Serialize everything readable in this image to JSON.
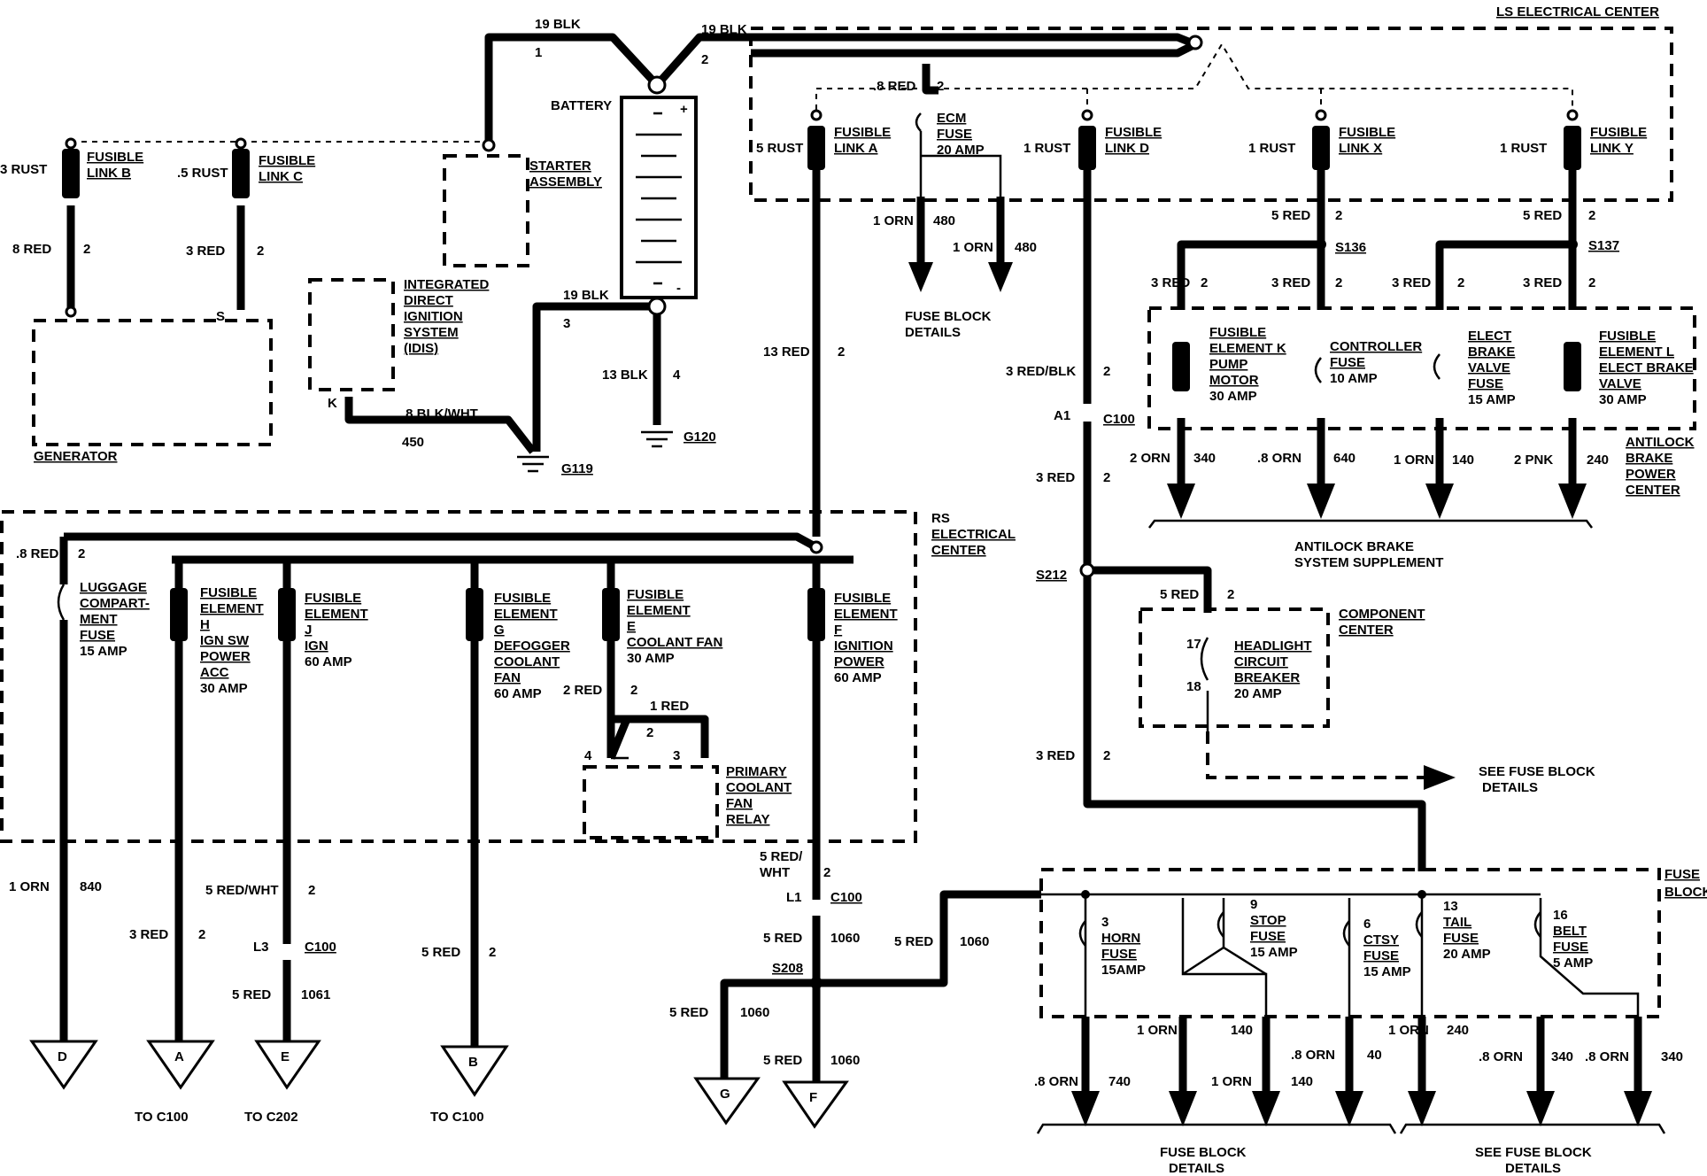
{
  "title_ls": "LS ELECTRICAL CENTER",
  "title_rs": "RS ELECTRICAL CENTER",
  "title_fuse_block": "FUSE BLOCK",
  "battery": "BATTERY",
  "starter": "STARTER ASSEMBLY",
  "idis": "INTEGRATED DIRECT IGNITION SYSTEM (IDIS)",
  "generator": "GENERATOR",
  "grounds": [
    "G119",
    "G120"
  ],
  "splices": [
    "S136",
    "S137",
    "S212",
    "S208"
  ],
  "connectors": [
    "C100",
    "C202"
  ],
  "fusible_links": [
    {
      "name": "FUSIBLE LINK B",
      "wire_in": "3 RUST",
      "wire_out": "8 RED",
      "circuit": "2"
    },
    {
      "name": "FUSIBLE LINK C",
      "wire_in": ".5 RUST",
      "wire_out": "3 RED",
      "circuit": "2"
    },
    {
      "name": "FUSIBLE LINK A",
      "wire_in": "5 RUST",
      "wire_out": "13 RED",
      "circuit": "2"
    },
    {
      "name": "FUSIBLE LINK D",
      "wire_in": "1 RUST",
      "wire_out": "3 RED/BLK",
      "circuit": "2"
    },
    {
      "name": "FUSIBLE LINK X",
      "wire_in": "1 RUST",
      "wire_out": "5 RED",
      "circuit": "2"
    },
    {
      "name": "FUSIBLE LINK Y",
      "wire_in": "1 RUST",
      "wire_out": "5 RED",
      "circuit": "2"
    }
  ],
  "battery_wires": [
    "19 BLK",
    "19 BLK",
    "19 BLK",
    "13 BLK",
    ".8 BLK/WHT"
  ],
  "ecm_fuse": "ECM FUSE 20 AMP",
  "abs": {
    "center": "ANTILOCK BRAKE POWER CENTER",
    "supplement": "ANTILOCK BRAKE SYSTEM SUPPLEMENT",
    "items": [
      {
        "name": "FUSIBLE ELEMENT K PUMP MOTOR 30 AMP",
        "wire": "2 ORN",
        "circuit": "340"
      },
      {
        "name": "CONTROLLER FUSE 10 AMP",
        "wire": ".8 ORN",
        "circuit": "640"
      },
      {
        "name": "ELECT BRAKE VALVE FUSE 15 AMP",
        "wire": "1 ORN",
        "circuit": "140"
      },
      {
        "name": "FUSIBLE ELEMENT L ELECT BRAKE VALVE 30 AMP",
        "wire": "2 PNK",
        "circuit": "240"
      }
    ]
  },
  "rs_items": [
    {
      "name": "LUGGAGE COMPART-MENT FUSE 15 AMP",
      "wire": "1 ORN",
      "circuit": "840",
      "term": "D"
    },
    {
      "name": "FUSIBLE ELEMENT H IGN SW POWER ACC 30 AMP",
      "wire": "3 RED",
      "circuit": "2",
      "term": "A"
    },
    {
      "name": "FUSIBLE ELEMENT J IGN 60 AMP",
      "wire": "5 RED/WHT",
      "circuit": "2",
      "term": "E"
    },
    {
      "name": "FUSIBLE ELEMENT G DEFOGGER COOLANT FAN 60 AMP",
      "wire": "5 RED",
      "circuit": "2",
      "term": "B"
    },
    {
      "name": "FUSIBLE ELEMENT E COOLANT FAN 30 AMP",
      "wire": "2 RED",
      "circuit": "2"
    },
    {
      "name": "FUSIBLE ELEMENT F IGNITION POWER 60 AMP",
      "wire": "5 RED/WHT",
      "circuit": "2",
      "term": "F"
    }
  ],
  "relay": "PRIMARY COOLANT FAN RELAY",
  "component_center": "COMPONENT CENTER",
  "headlight_cb": "HEADLIGHT CIRCUIT BREAKER 20 AMP",
  "see_fuse_block": "SEE FUSE BLOCK DETAILS",
  "fuse_block_details": "FUSE BLOCK DETAILS",
  "fuse_block_fuses": [
    {
      "num": "3",
      "name": "HORN FUSE 15AMP"
    },
    {
      "num": "9",
      "name": "STOP FUSE 15 AMP"
    },
    {
      "num": "6",
      "name": "CTSY FUSE 15 AMP"
    },
    {
      "num": "13",
      "name": "TAIL FUSE 20 AMP"
    },
    {
      "num": "16",
      "name": "BELT FUSE 5 AMP"
    }
  ],
  "terminals": [
    "D",
    "A",
    "E",
    "B",
    "G",
    "F"
  ],
  "terminal_notes": [
    "TO C100",
    "TO C202",
    "TO C100"
  ]
}
